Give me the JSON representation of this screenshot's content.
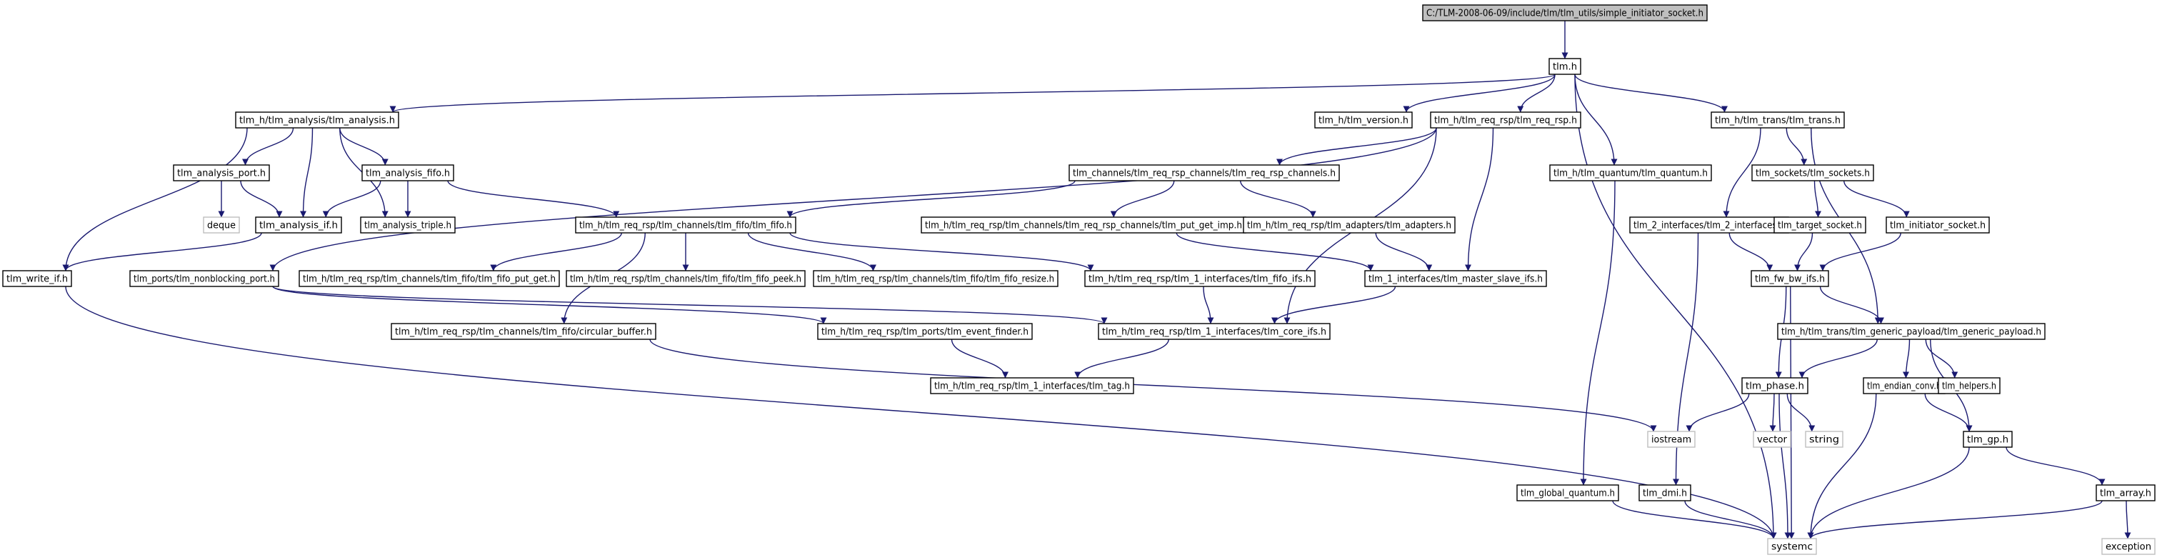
{
  "colors": {
    "edge": "#191970",
    "node_border": "#000000",
    "node_fill": "#ffffff",
    "root_fill": "#bfbfbf",
    "external_border": "#bfbfbf"
  },
  "nodes": [
    {
      "id": "root",
      "label": "C:/TLM-2008-06-09/include/tlm/tlm_utils/simple_initiator_socket.h",
      "kind": "root"
    },
    {
      "id": "tlm_h",
      "label": "tlm.h",
      "kind": "file"
    },
    {
      "id": "tlm_analysis",
      "label": "tlm_h/tlm_analysis/tlm_analysis.h",
      "kind": "file"
    },
    {
      "id": "tlm_version",
      "label": "tlm_h/tlm_version.h",
      "kind": "file"
    },
    {
      "id": "tlm_req_rsp",
      "label": "tlm_h/tlm_req_rsp/tlm_req_rsp.h",
      "kind": "file"
    },
    {
      "id": "tlm_trans",
      "label": "tlm_h/tlm_trans/tlm_trans.h",
      "kind": "file"
    },
    {
      "id": "tlm_analysis_port",
      "label": "tlm_analysis_port.h",
      "kind": "file"
    },
    {
      "id": "tlm_analysis_fifo",
      "label": "tlm_analysis_fifo.h",
      "kind": "file"
    },
    {
      "id": "tlm_channels",
      "label": "tlm_channels/tlm_req_rsp_channels/tlm_req_rsp_channels.h",
      "kind": "file"
    },
    {
      "id": "tlm_quantum",
      "label": "tlm_h/tlm_quantum/tlm_quantum.h",
      "kind": "file"
    },
    {
      "id": "tlm_sockets",
      "label": "tlm_sockets/tlm_sockets.h",
      "kind": "file"
    },
    {
      "id": "deque",
      "label": "deque",
      "kind": "external"
    },
    {
      "id": "tlm_analysis_if",
      "label": "tlm_analysis_if.h",
      "kind": "file"
    },
    {
      "id": "tlm_analysis_triple",
      "label": "tlm_analysis_triple.h",
      "kind": "file"
    },
    {
      "id": "tlm_fifo",
      "label": "tlm_h/tlm_req_rsp/tlm_channels/tlm_fifo/tlm_fifo.h",
      "kind": "file"
    },
    {
      "id": "tlm_put_get_imp",
      "label": "tlm_h/tlm_req_rsp/tlm_channels/tlm_req_rsp_channels/tlm_put_get_imp.h",
      "kind": "file"
    },
    {
      "id": "tlm_adapters",
      "label": "tlm_h/tlm_req_rsp/tlm_adapters/tlm_adapters.h",
      "kind": "file"
    },
    {
      "id": "tlm_2_interfaces",
      "label": "tlm_2_interfaces/tlm_2_interfaces.h",
      "kind": "file"
    },
    {
      "id": "tlm_target_socket",
      "label": "tlm_target_socket.h",
      "kind": "file"
    },
    {
      "id": "tlm_initiator_socket",
      "label": "tlm_initiator_socket.h",
      "kind": "file"
    },
    {
      "id": "tlm_write_if",
      "label": "tlm_write_if.h",
      "kind": "file"
    },
    {
      "id": "tlm_nonblocking_port",
      "label": "tlm_ports/tlm_nonblocking_port.h",
      "kind": "file"
    },
    {
      "id": "tlm_fifo_put_get",
      "label": "tlm_h/tlm_req_rsp/tlm_channels/tlm_fifo/tlm_fifo_put_get.h",
      "kind": "file"
    },
    {
      "id": "tlm_fifo_peek",
      "label": "tlm_h/tlm_req_rsp/tlm_channels/tlm_fifo/tlm_fifo_peek.h",
      "kind": "file"
    },
    {
      "id": "tlm_fifo_resize",
      "label": "tlm_h/tlm_req_rsp/tlm_channels/tlm_fifo/tlm_fifo_resize.h",
      "kind": "file"
    },
    {
      "id": "tlm_fifo_ifs",
      "label": "tlm_h/tlm_req_rsp/tlm_1_interfaces/tlm_fifo_ifs.h",
      "kind": "file"
    },
    {
      "id": "tlm_master_slave_ifs",
      "label": "tlm_1_interfaces/tlm_master_slave_ifs.h",
      "kind": "file"
    },
    {
      "id": "tlm_fw_bw_ifs",
      "label": "tlm_fw_bw_ifs.h",
      "kind": "file"
    },
    {
      "id": "circular_buffer",
      "label": "tlm_h/tlm_req_rsp/tlm_channels/tlm_fifo/circular_buffer.h",
      "kind": "file"
    },
    {
      "id": "tlm_event_finder",
      "label": "tlm_h/tlm_req_rsp/tlm_ports/tlm_event_finder.h",
      "kind": "file"
    },
    {
      "id": "tlm_core_ifs",
      "label": "tlm_h/tlm_req_rsp/tlm_1_interfaces/tlm_core_ifs.h",
      "kind": "file"
    },
    {
      "id": "tlm_generic_payload",
      "label": "tlm_h/tlm_trans/tlm_generic_payload/tlm_generic_payload.h",
      "kind": "file"
    },
    {
      "id": "tlm_tag",
      "label": "tlm_h/tlm_req_rsp/tlm_1_interfaces/tlm_tag.h",
      "kind": "file"
    },
    {
      "id": "tlm_phase",
      "label": "tlm_phase.h",
      "kind": "file"
    },
    {
      "id": "tlm_endian_conv",
      "label": "tlm_endian_conv.h",
      "kind": "file"
    },
    {
      "id": "tlm_helpers",
      "label": "tlm_helpers.h",
      "kind": "file"
    },
    {
      "id": "iostream",
      "label": "iostream",
      "kind": "external"
    },
    {
      "id": "vector",
      "label": "vector",
      "kind": "external"
    },
    {
      "id": "string",
      "label": "string",
      "kind": "external"
    },
    {
      "id": "tlm_gp",
      "label": "tlm_gp.h",
      "kind": "file"
    },
    {
      "id": "tlm_global_quantum",
      "label": "tlm_global_quantum.h",
      "kind": "file"
    },
    {
      "id": "tlm_dmi",
      "label": "tlm_dmi.h",
      "kind": "file"
    },
    {
      "id": "tlm_array",
      "label": "tlm_array.h",
      "kind": "file"
    },
    {
      "id": "systemc",
      "label": "systemc",
      "kind": "external"
    },
    {
      "id": "exception",
      "label": "exception",
      "kind": "external"
    }
  ],
  "edges": [
    [
      "root",
      "tlm_h"
    ],
    [
      "tlm_h",
      "tlm_analysis"
    ],
    [
      "tlm_h",
      "tlm_version"
    ],
    [
      "tlm_h",
      "tlm_req_rsp"
    ],
    [
      "tlm_h",
      "tlm_quantum"
    ],
    [
      "tlm_h",
      "tlm_trans"
    ],
    [
      "tlm_h",
      "systemc"
    ],
    [
      "tlm_analysis",
      "tlm_analysis_port"
    ],
    [
      "tlm_analysis",
      "tlm_analysis_fifo"
    ],
    [
      "tlm_analysis",
      "tlm_analysis_if"
    ],
    [
      "tlm_analysis",
      "tlm_analysis_triple"
    ],
    [
      "tlm_analysis",
      "tlm_write_if"
    ],
    [
      "tlm_analysis_port",
      "deque"
    ],
    [
      "tlm_analysis_port",
      "tlm_analysis_if"
    ],
    [
      "tlm_analysis_fifo",
      "tlm_analysis_if"
    ],
    [
      "tlm_analysis_fifo",
      "tlm_analysis_triple"
    ],
    [
      "tlm_analysis_fifo",
      "tlm_fifo"
    ],
    [
      "tlm_analysis_if",
      "tlm_write_if"
    ],
    [
      "tlm_req_rsp",
      "tlm_channels"
    ],
    [
      "tlm_req_rsp",
      "tlm_nonblocking_port"
    ],
    [
      "tlm_req_rsp",
      "tlm_master_slave_ifs"
    ],
    [
      "tlm_req_rsp",
      "tlm_core_ifs"
    ],
    [
      "tlm_channels",
      "tlm_fifo"
    ],
    [
      "tlm_channels",
      "tlm_put_get_imp"
    ],
    [
      "tlm_channels",
      "tlm_adapters"
    ],
    [
      "tlm_fifo",
      "tlm_fifo_put_get"
    ],
    [
      "tlm_fifo",
      "tlm_fifo_peek"
    ],
    [
      "tlm_fifo",
      "tlm_fifo_resize"
    ],
    [
      "tlm_fifo",
      "tlm_fifo_ifs"
    ],
    [
      "tlm_fifo",
      "circular_buffer"
    ],
    [
      "tlm_put_get_imp",
      "tlm_master_slave_ifs"
    ],
    [
      "tlm_adapters",
      "tlm_master_slave_ifs"
    ],
    [
      "tlm_fifo_ifs",
      "tlm_core_ifs"
    ],
    [
      "tlm_master_slave_ifs",
      "tlm_core_ifs"
    ],
    [
      "tlm_nonblocking_port",
      "tlm_event_finder"
    ],
    [
      "tlm_nonblocking_port",
      "tlm_core_ifs"
    ],
    [
      "tlm_event_finder",
      "tlm_tag"
    ],
    [
      "tlm_core_ifs",
      "tlm_tag"
    ],
    [
      "circular_buffer",
      "iostream"
    ],
    [
      "tlm_write_if",
      "systemc"
    ],
    [
      "tlm_quantum",
      "tlm_global_quantum"
    ],
    [
      "tlm_global_quantum",
      "systemc"
    ],
    [
      "tlm_trans",
      "tlm_2_interfaces"
    ],
    [
      "tlm_trans",
      "tlm_sockets"
    ],
    [
      "tlm_trans",
      "tlm_generic_payload"
    ],
    [
      "tlm_sockets",
      "tlm_target_socket"
    ],
    [
      "tlm_sockets",
      "tlm_initiator_socket"
    ],
    [
      "tlm_target_socket",
      "tlm_fw_bw_ifs"
    ],
    [
      "tlm_initiator_socket",
      "tlm_fw_bw_ifs"
    ],
    [
      "tlm_2_interfaces",
      "tlm_fw_bw_ifs"
    ],
    [
      "tlm_2_interfaces",
      "tlm_dmi"
    ],
    [
      "tlm_dmi",
      "systemc"
    ],
    [
      "tlm_fw_bw_ifs",
      "tlm_generic_payload"
    ],
    [
      "tlm_fw_bw_ifs",
      "tlm_phase"
    ],
    [
      "tlm_fw_bw_ifs",
      "systemc"
    ],
    [
      "tlm_generic_payload",
      "tlm_phase"
    ],
    [
      "tlm_generic_payload",
      "tlm_endian_conv"
    ],
    [
      "tlm_generic_payload",
      "tlm_helpers"
    ],
    [
      "tlm_generic_payload",
      "tlm_gp"
    ],
    [
      "tlm_phase",
      "iostream"
    ],
    [
      "tlm_phase",
      "vector"
    ],
    [
      "tlm_phase",
      "string"
    ],
    [
      "tlm_phase",
      "systemc"
    ],
    [
      "tlm_endian_conv",
      "tlm_gp"
    ],
    [
      "tlm_endian_conv",
      "systemc"
    ],
    [
      "tlm_gp",
      "tlm_array"
    ],
    [
      "tlm_gp",
      "systemc"
    ],
    [
      "tlm_array",
      "exception"
    ],
    [
      "tlm_array",
      "systemc"
    ]
  ]
}
